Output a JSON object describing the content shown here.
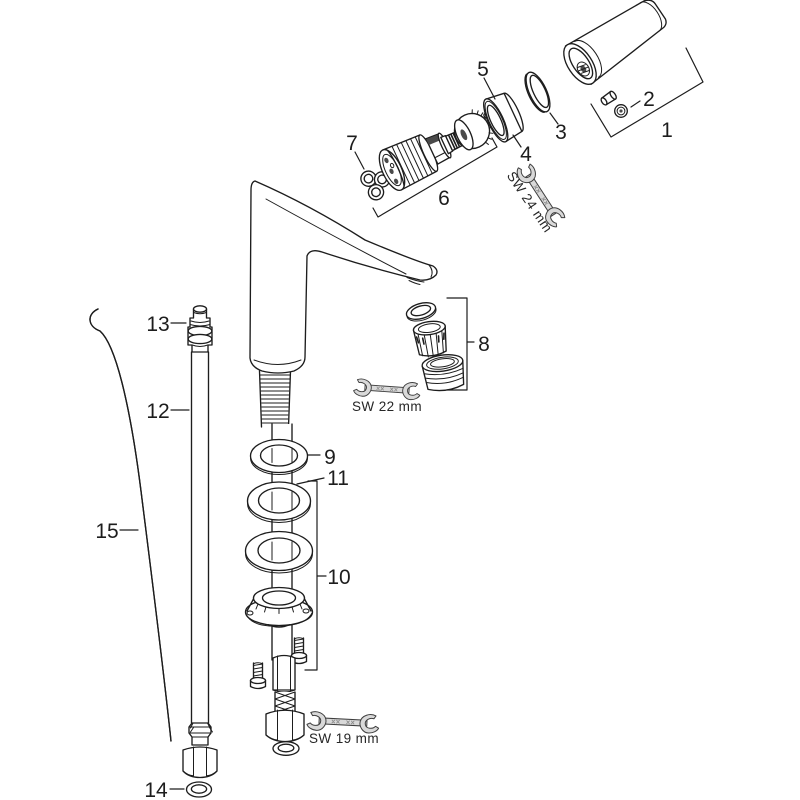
{
  "diagram": {
    "kind": "exploded-parts-diagram",
    "background": "#ffffff",
    "line_color": "#1d1d1d",
    "tool_fill": "#d9d9d9",
    "parts": [
      "1",
      "2",
      "3",
      "4",
      "5",
      "6",
      "7",
      "8",
      "9",
      "10",
      "11",
      "12",
      "13",
      "14",
      "15"
    ],
    "tools": [
      "SW 24 mm",
      "SW 22 mm",
      "SW 19 mm"
    ]
  }
}
